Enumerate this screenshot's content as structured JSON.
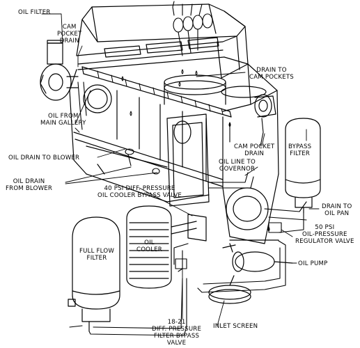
{
  "labels": {
    "oil_filter": "OIL FILTER",
    "cam_pocket_drain_top": [
      "CAM",
      "POCKET",
      "DRAIN"
    ],
    "drain_to_cam_pockets": [
      "DRAIN TO",
      "CAM POCKETS"
    ],
    "oil_from_main_gallery": [
      "OIL FROM",
      "MAIN GALLERY"
    ],
    "oil_drain_to_blower": "OIL DRAIN TO BLOWER",
    "cam_pocket_drain_mid": [
      "CAM POCKET",
      "DRAIN"
    ],
    "bypass_filter": [
      "BYPASS",
      "FILTER"
    ],
    "oil_line_to_governor": [
      "OIL LINE TO",
      "GOVERNOR"
    ],
    "oil_drain_from_blower": [
      "OIL DRAIN",
      "FROM BLOWER"
    ],
    "diff_pressure_40": [
      "40 PSI DIFF. PRESSURE",
      "OIL COOLER BYPASS VALVE"
    ],
    "drain_to_oil_pan": [
      "DRAIN TO",
      "OIL PAN"
    ],
    "regulator_50": [
      "50 PSI",
      "OIL-PRESSURE",
      "REGULATOR VALVE"
    ],
    "oil_cooler": [
      "OIL",
      "COOLER"
    ],
    "full_flow_filter": [
      "FULL FLOW",
      "FILTER"
    ],
    "oil_pump": "OIL PUMP",
    "inlet_screen": "INLET SCREEN",
    "filter_bypass_valve": [
      "18-21",
      "DIFF. PRESSURE",
      "FILTER BYPASS",
      "VALVE"
    ]
  }
}
